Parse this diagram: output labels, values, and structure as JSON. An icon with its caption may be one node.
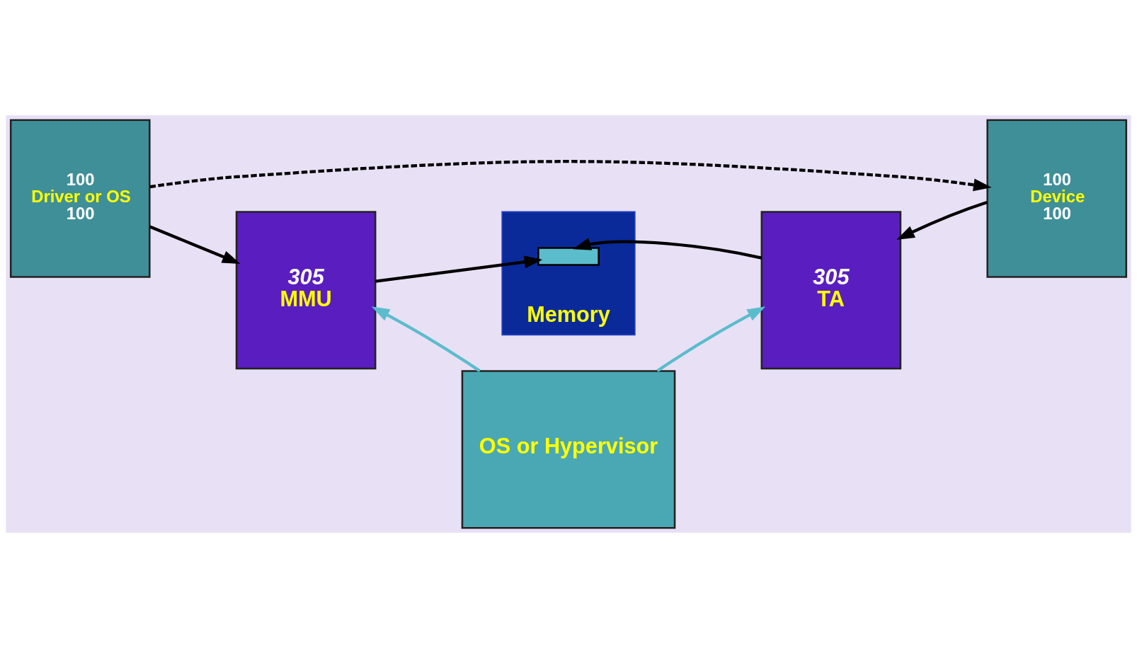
{
  "diagram": {
    "nodes": [
      {
        "text": [
          "100",
          "Driver or OS",
          "100"
        ]
      },
      {
        "text": [
          "100",
          "Device",
          "100"
        ]
      },
      {
        "text": [
          "305",
          "MMU"
        ]
      },
      {
        "text": [
          "305",
          "TA"
        ]
      },
      {
        "text": [
          "Memory"
        ]
      },
      {
        "text": [],
        "shape": "box",
        "in": 4
      },
      {
        "text": [
          "OS or Hypervisor"
        ]
      }
    ],
    "edges": [
      {
        "from": 0,
        "to": 1,
        "arrow": "to",
        "style": "dashed"
      },
      {
        "from": 0,
        "to": 2,
        "arrow": "to"
      },
      {
        "from": 1,
        "to": 3,
        "arrow": "to"
      },
      {
        "from": 2,
        "to": 5,
        "arrow": "to"
      },
      {
        "from": 3,
        "to": 5,
        "arrow": "to"
      },
      {
        "from": 6,
        "to": 2,
        "arrow": "to",
        "color": "#5bbccc"
      },
      {
        "from": 6,
        "to": 3,
        "arrow": "to",
        "color": "#5bbccc"
      }
    ]
  }
}
